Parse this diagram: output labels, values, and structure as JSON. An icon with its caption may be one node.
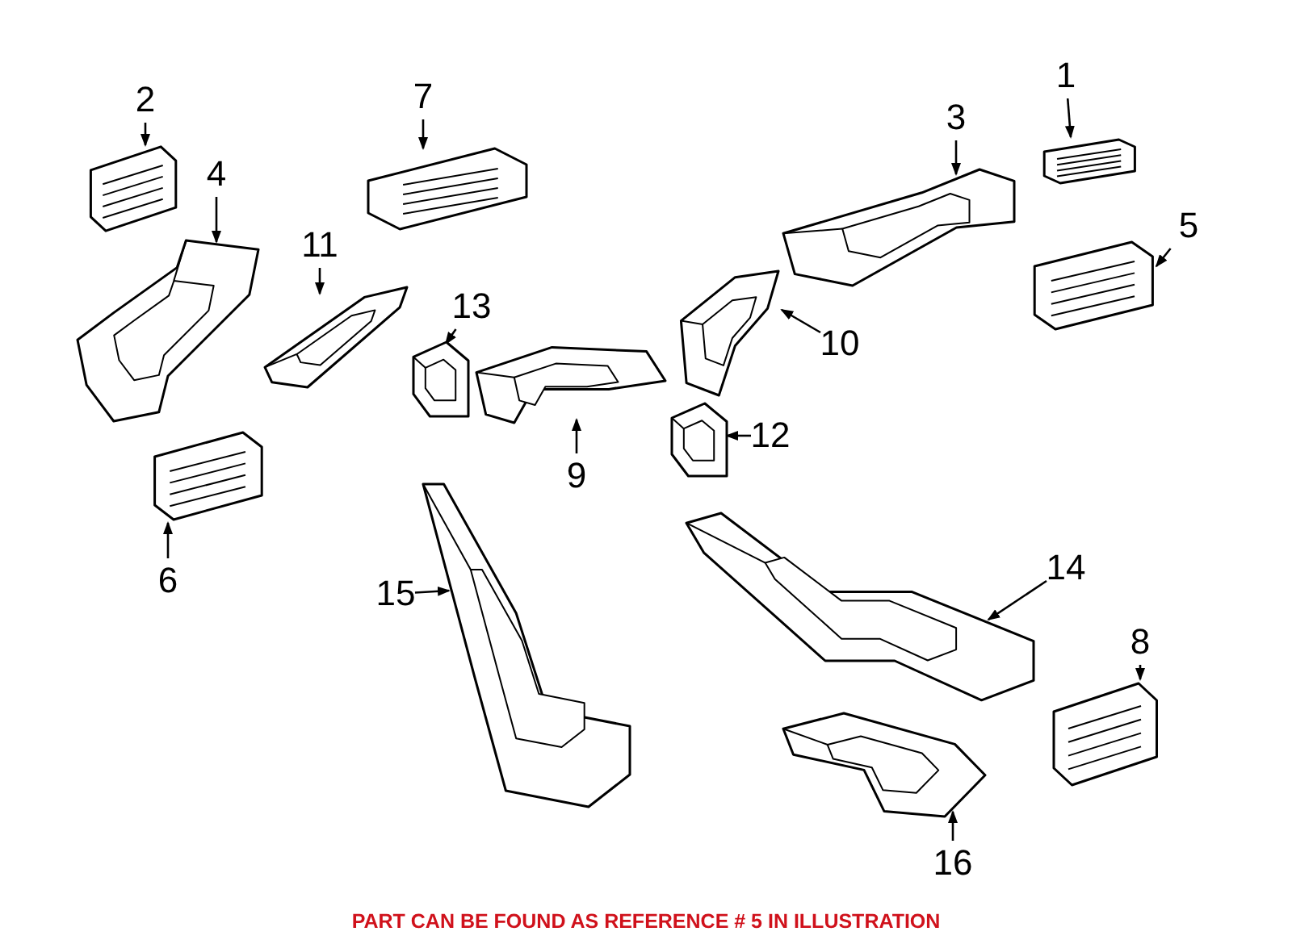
{
  "diagram": {
    "caption": "PART CAN BE FOUND AS REFERENCE # 5 IN ILLUSTRATION",
    "nodes": [
      {
        "text": [
          "1"
        ]
      },
      {
        "text": [],
        "shape": "picture"
      },
      {
        "text": [
          "2"
        ]
      },
      {
        "text": [],
        "shape": "picture"
      },
      {
        "text": [
          "7"
        ]
      },
      {
        "text": [],
        "shape": "picture"
      },
      {
        "text": [
          "3"
        ]
      },
      {
        "text": [],
        "shape": "picture"
      },
      {
        "text": [
          "4"
        ]
      },
      {
        "text": [],
        "shape": "picture"
      },
      {
        "text": [
          "5"
        ]
      },
      {
        "text": [],
        "shape": "picture"
      },
      {
        "text": [
          "11"
        ]
      },
      {
        "text": [],
        "shape": "picture"
      },
      {
        "text": [
          "13"
        ]
      },
      {
        "text": [],
        "shape": "picture"
      },
      {
        "text": [
          "10"
        ]
      },
      {
        "text": [],
        "shape": "picture"
      },
      {
        "text": [
          "12"
        ]
      },
      {
        "text": [],
        "shape": "picture"
      },
      {
        "text": [
          "9"
        ]
      },
      {
        "text": [],
        "shape": "picture"
      },
      {
        "text": [
          "6"
        ]
      },
      {
        "text": [],
        "shape": "picture"
      },
      {
        "text": [
          "15"
        ]
      },
      {
        "text": [],
        "shape": "picture"
      },
      {
        "text": [
          "14"
        ]
      },
      {
        "text": [],
        "shape": "picture"
      },
      {
        "text": [
          "8"
        ]
      },
      {
        "text": [],
        "shape": "picture"
      },
      {
        "text": [
          "16"
        ]
      },
      {
        "text": [],
        "shape": "picture"
      }
    ],
    "edges": [
      {
        "from": 0,
        "to": 1,
        "arrow": "to"
      },
      {
        "from": 2,
        "to": 3,
        "arrow": "to"
      },
      {
        "from": 4,
        "to": 5,
        "arrow": "to"
      },
      {
        "from": 6,
        "to": 7,
        "arrow": "to"
      },
      {
        "from": 8,
        "to": 9,
        "arrow": "to"
      },
      {
        "from": 10,
        "to": 11,
        "arrow": "to"
      },
      {
        "from": 12,
        "to": 13,
        "arrow": "to"
      },
      {
        "from": 14,
        "to": 15,
        "arrow": "to"
      },
      {
        "from": 16,
        "to": 17,
        "arrow": "to"
      },
      {
        "from": 18,
        "to": 19,
        "arrow": "to"
      },
      {
        "from": 20,
        "to": 21,
        "arrow": "to"
      },
      {
        "from": 22,
        "to": 23,
        "arrow": "to"
      },
      {
        "from": 24,
        "to": 25,
        "arrow": "to"
      },
      {
        "from": 26,
        "to": 27,
        "arrow": "to"
      },
      {
        "from": 28,
        "to": 29,
        "arrow": "to"
      },
      {
        "from": 30,
        "to": 31,
        "arrow": "to"
      }
    ]
  }
}
